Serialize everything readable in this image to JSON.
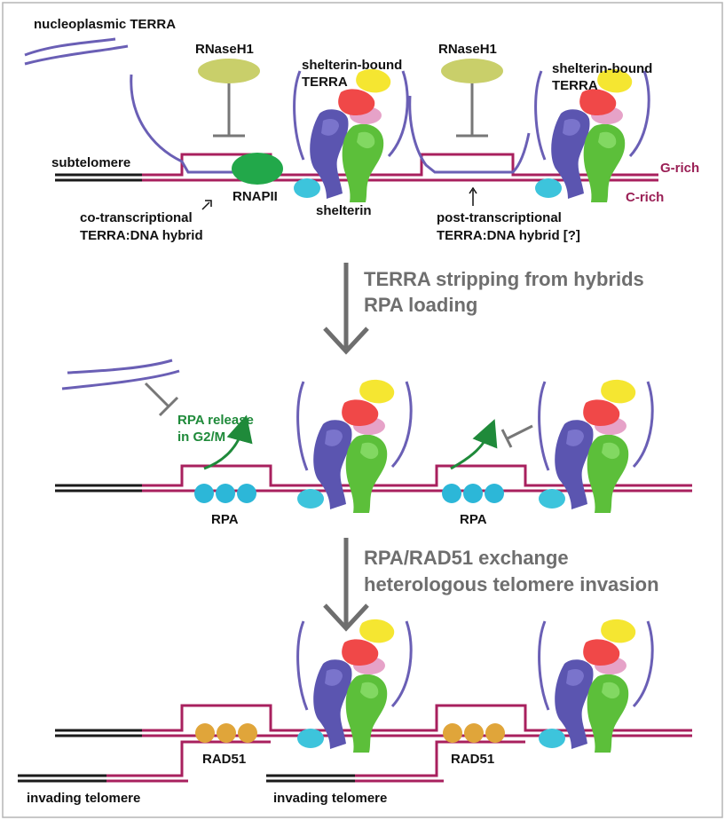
{
  "labels": {
    "nucleoplasmic_terra": "nucleoplasmic TERRA",
    "rnaseh1_left": "RNaseH1",
    "rnaseh1_right": "RNaseH1",
    "shelterin_bound_left": [
      "shelterin-bound",
      "TERRA"
    ],
    "shelterin_bound_right": [
      "shelterin-bound",
      "TERRA"
    ],
    "subtelomere": "subtelomere",
    "g_rich": "G-rich",
    "c_rich": "C-rich",
    "rnapii": "RNAPII",
    "shelterin": "shelterin",
    "co_hybrid": [
      "co-transcriptional",
      "TERRA:DNA hybrid"
    ],
    "post_hybrid": [
      "post-transcriptional",
      "TERRA:DNA hybrid [?]"
    ],
    "rpa_release": [
      "RPA release",
      "in G2/M"
    ],
    "rpa_left": "RPA",
    "rpa_right": "RPA",
    "rad51_left": "RAD51",
    "rad51_right": "RAD51",
    "invading_left": "invading telomere",
    "invading_right": "invading telomere"
  },
  "steps": {
    "step1": [
      "TERRA stripping from hybrids",
      "RPA loading"
    ],
    "step2": [
      "RPA/RAD51 exchange",
      "heterologous telomere invasion"
    ]
  },
  "colors": {
    "terra": "#6a5fb5",
    "dna": "#a8205e",
    "rnaseh1": "#c9cf6a",
    "rnapii": "#22a84a",
    "rpa": "#2cb7d8",
    "rad51": "#e0a53a",
    "shelterin_blue": "#5b55b0",
    "shelterin_green": "#5cbf3a",
    "shelterin_red": "#f04848",
    "shelterin_yellow": "#f5e631",
    "shelterin_pink": "#e6a2c8",
    "shelterin_cyan": "#3dc4dc",
    "step_text": "#6e6e6e",
    "rpa_release_text": "#1f8a3a"
  }
}
